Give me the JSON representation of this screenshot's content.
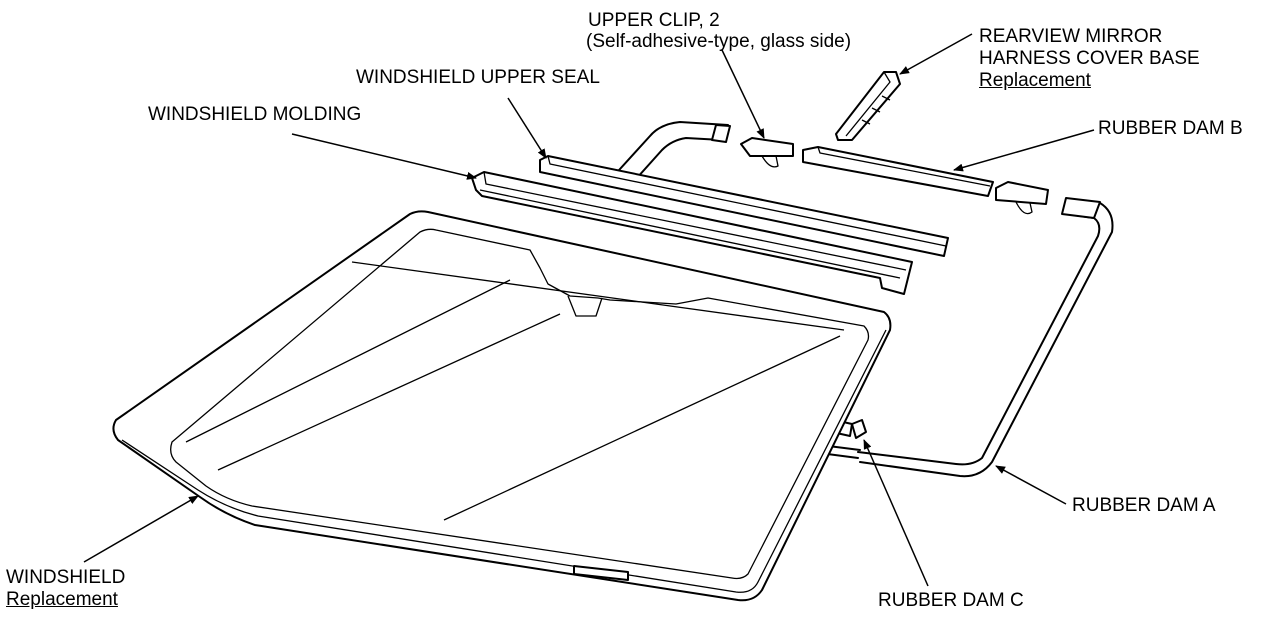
{
  "diagram": {
    "labels": {
      "upper_clip": "UPPER CLIP, 2",
      "upper_clip_note": "(Self-adhesive-type, glass side)",
      "mirror_cover_line1": "REARVIEW MIRROR",
      "mirror_cover_line2": "HARNESS COVER BASE",
      "mirror_cover_note": "Replacement",
      "upper_seal": "WINDSHIELD UPPER SEAL",
      "molding": "WINDSHIELD MOLDING",
      "rubber_dam_b": "RUBBER DAM B",
      "rubber_dam_a": "RUBBER DAM A",
      "rubber_dam_c": "RUBBER DAM C",
      "windshield": "WINDSHIELD",
      "windshield_note": "Replacement"
    }
  }
}
